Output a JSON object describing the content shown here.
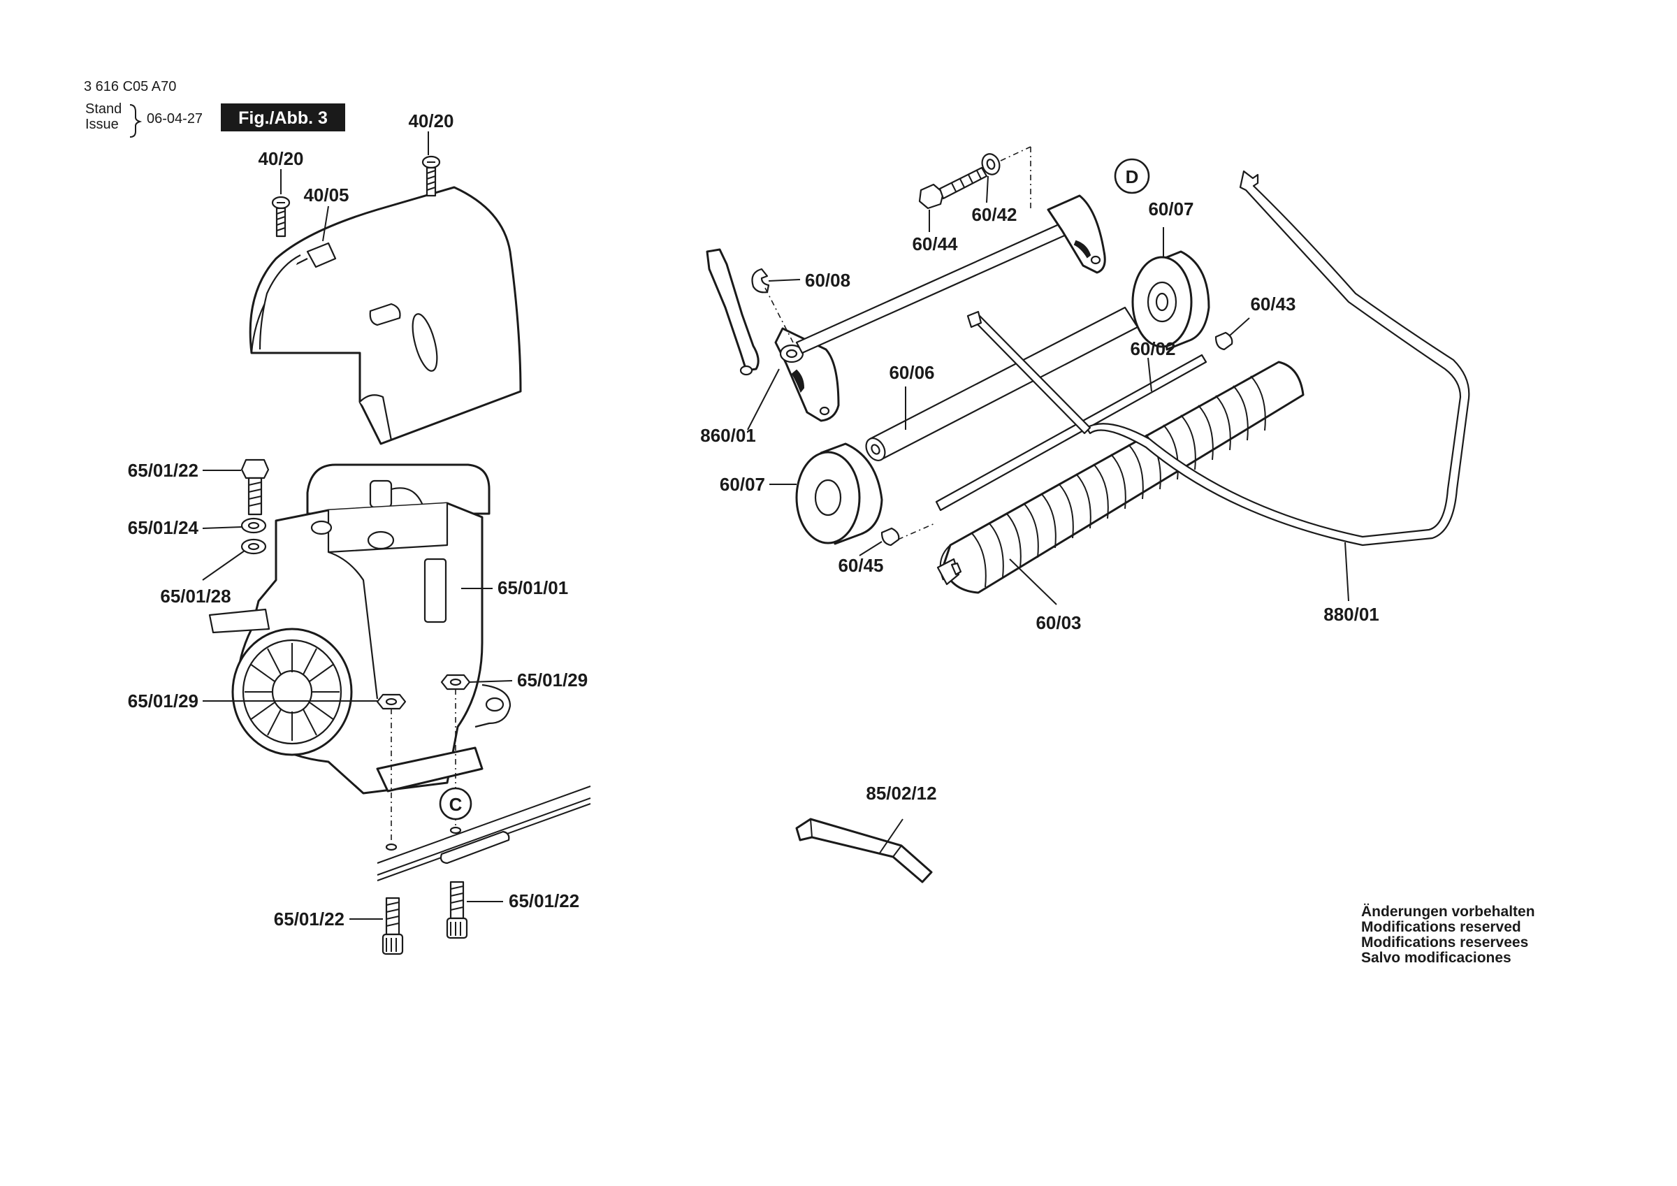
{
  "header": {
    "doc_number": "3 616 C05 A70",
    "stand_label": "Stand",
    "issue_label": "Issue",
    "date": "06-04-27",
    "figure_label": "Fig./Abb. 3"
  },
  "callouts": {
    "c_40_20_a": "40/20",
    "c_40_20_b": "40/20",
    "c_40_05": "40/05",
    "c_65_01_22_top": "65/01/22",
    "c_65_01_24": "65/01/24",
    "c_65_01_28": "65/01/28",
    "c_65_01_01": "65/01/01",
    "c_65_01_29_left": "65/01/29",
    "c_65_01_29_right": "65/01/29",
    "c_65_01_22_bl": "65/01/22",
    "c_65_01_22_br": "65/01/22",
    "c_60_44": "60/44",
    "c_60_42": "60/42",
    "c_60_08": "60/08",
    "c_60_07_top": "60/07",
    "c_60_43": "60/43",
    "c_60_02": "60/02",
    "c_60_06": "60/06",
    "c_860_01": "860/01",
    "c_60_07_left": "60/07",
    "c_60_45": "60/45",
    "c_60_03": "60/03",
    "c_880_01": "880/01",
    "c_85_02_12": "85/02/12"
  },
  "markers": {
    "marker_c": "C",
    "marker_d": "D"
  },
  "notes": [
    "Änderungen vorbehalten",
    "Modifications reserved",
    "Modifications reservees",
    "Salvo modificaciones"
  ]
}
